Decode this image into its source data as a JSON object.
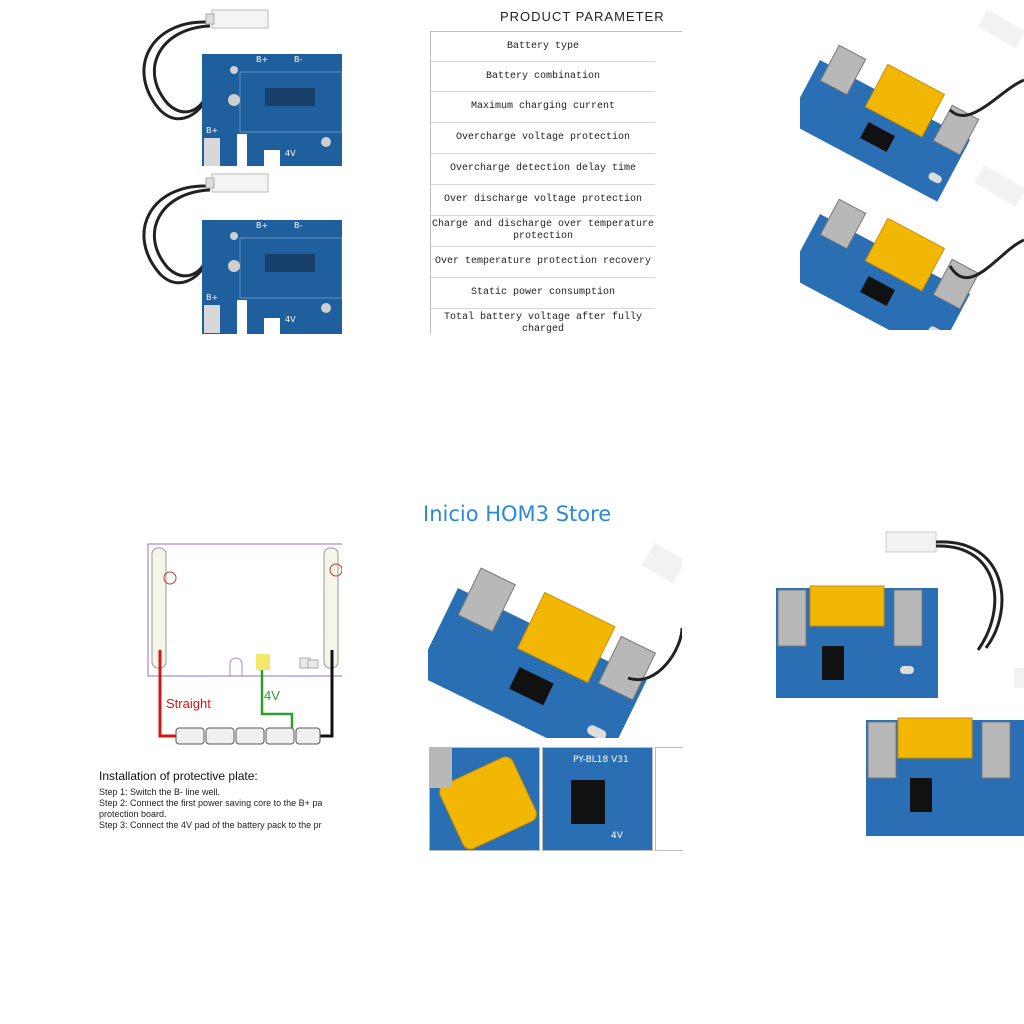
{
  "parameter_panel": {
    "title": "PRODUCT PARAMETER",
    "rows": [
      "Battery type",
      "Battery combination",
      "Maximum charging current",
      "Overcharge voltage protection",
      "Overcharge detection delay time",
      "Over discharge voltage protection",
      "Charge and discharge over temperature protection",
      "Over temperature protection recovery",
      "Static power consumption",
      "Total battery voltage after fully charged"
    ]
  },
  "store": {
    "title": "Inicio HOM3 Store"
  },
  "board_labels": {
    "b_plus": "B+",
    "b_minus": "B-",
    "four_v": "4V",
    "chip_text": "PY-BL18 V31"
  },
  "diagram": {
    "straight_label": "Straight",
    "four_v_label": "4V"
  },
  "installation": {
    "heading": "Installation of protective plate:",
    "steps": [
      "Step 1: Switch the B- line well.",
      "Step 2: Connect the first power saving core to the B+ pa",
      "protection board.",
      "Step 3: Connect the 4V pad of the battery pack to the pr"
    ]
  },
  "colors": {
    "pcb_blue": "#1f5f9e",
    "connector_yellow": "#f2b705",
    "wire_red": "#d01616",
    "wire_green": "#2aa02a",
    "store_blue": "#2a8ad6"
  }
}
